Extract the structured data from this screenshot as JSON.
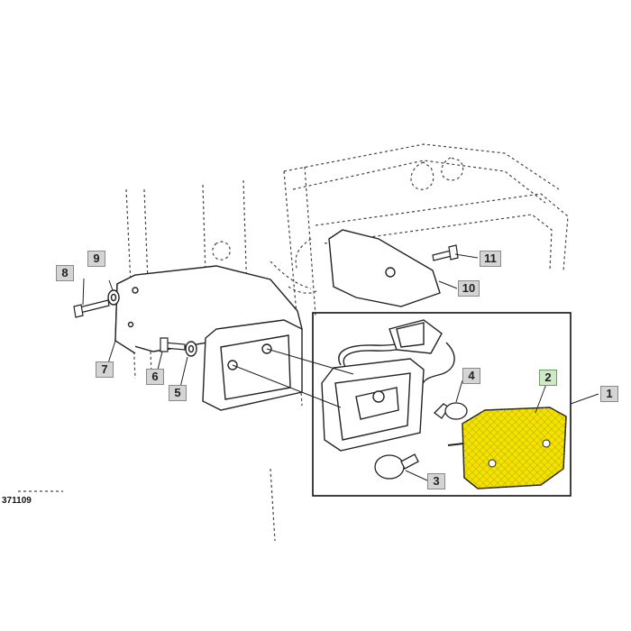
{
  "figure_id": "371109",
  "callouts": {
    "c1": "1",
    "c2": "2",
    "c3": "3",
    "c4": "4",
    "c5": "5",
    "c6": "6",
    "c7": "7",
    "c8": "8",
    "c9": "9",
    "c10": "10",
    "c11": "11"
  },
  "highlighted_part": "2",
  "colors": {
    "lens_fill": "#f2e200",
    "highlight_callout": "#cfe8c6",
    "callout_bg": "#d4d4d4"
  }
}
